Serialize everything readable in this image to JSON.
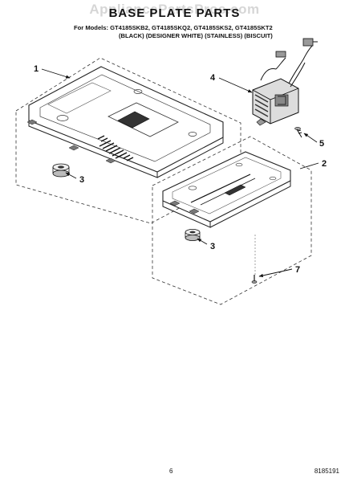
{
  "watermark": "AppliancePartsPros.com",
  "title": "BASE PLATE PARTS",
  "models": {
    "line1": "For Models: GT4185SKB2, GT4185SKQ2, GT4185SKS2, GT4185SKT2",
    "line2": "(BLACK) (DESIGNER WHITE) (STAINLESS)    (BISCUIT)"
  },
  "callouts": {
    "c1": "1",
    "c2": "2",
    "c3a": "3",
    "c3b": "3",
    "c4": "4",
    "c5": "5",
    "c7": "7"
  },
  "footer": {
    "page_number": "6",
    "doc_number": "8185191"
  }
}
